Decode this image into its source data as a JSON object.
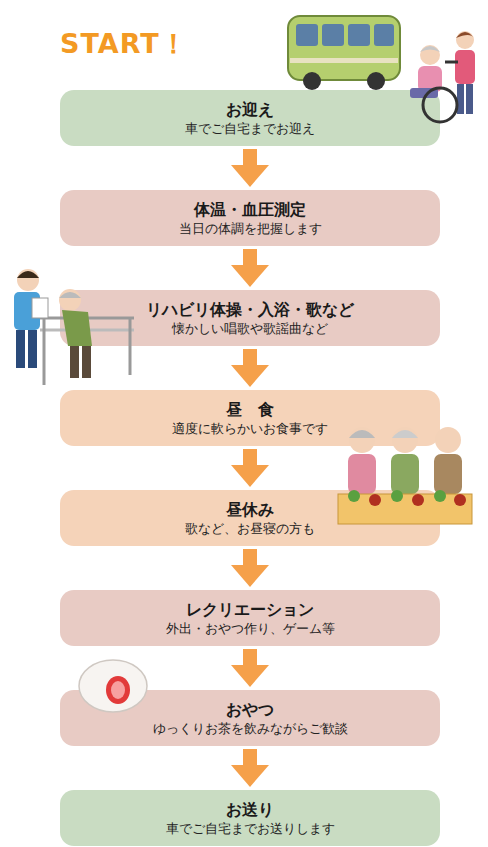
{
  "diagram": {
    "title": "START！",
    "nodes": [
      {
        "text": [
          "お迎え",
          "車でご自宅までお迎え"
        ]
      },
      {
        "text": [
          "体温・血圧測定",
          "当日の体調を把握します"
        ]
      },
      {
        "text": [
          "リハビリ体操・入浴・歌など",
          "懐かしい唱歌や歌謡曲など"
        ]
      },
      {
        "text": [
          "昼　食",
          "適度に軟らかいお食事です"
        ]
      },
      {
        "text": [
          "昼休み",
          "歌など、お昼寝の方も"
        ]
      },
      {
        "text": [
          "レクリエーション",
          "外出・おやつ作り、ゲーム等"
        ]
      },
      {
        "text": [
          "おやつ",
          "ゆっくりお茶を飲みながらご歓談"
        ]
      },
      {
        "text": [
          "お送り",
          "車でご自宅までお送りします"
        ]
      }
    ],
    "edges": [
      {
        "from": 0,
        "to": 1,
        "arrow": "to"
      },
      {
        "from": 1,
        "to": 2,
        "arrow": "to"
      },
      {
        "from": 2,
        "to": 3,
        "arrow": "to"
      },
      {
        "from": 3,
        "to": 4,
        "arrow": "to"
      },
      {
        "from": 4,
        "to": 5,
        "arrow": "to"
      },
      {
        "from": 5,
        "to": 6,
        "arrow": "to"
      },
      {
        "from": 6,
        "to": 7,
        "arrow": "to"
      }
    ]
  }
}
